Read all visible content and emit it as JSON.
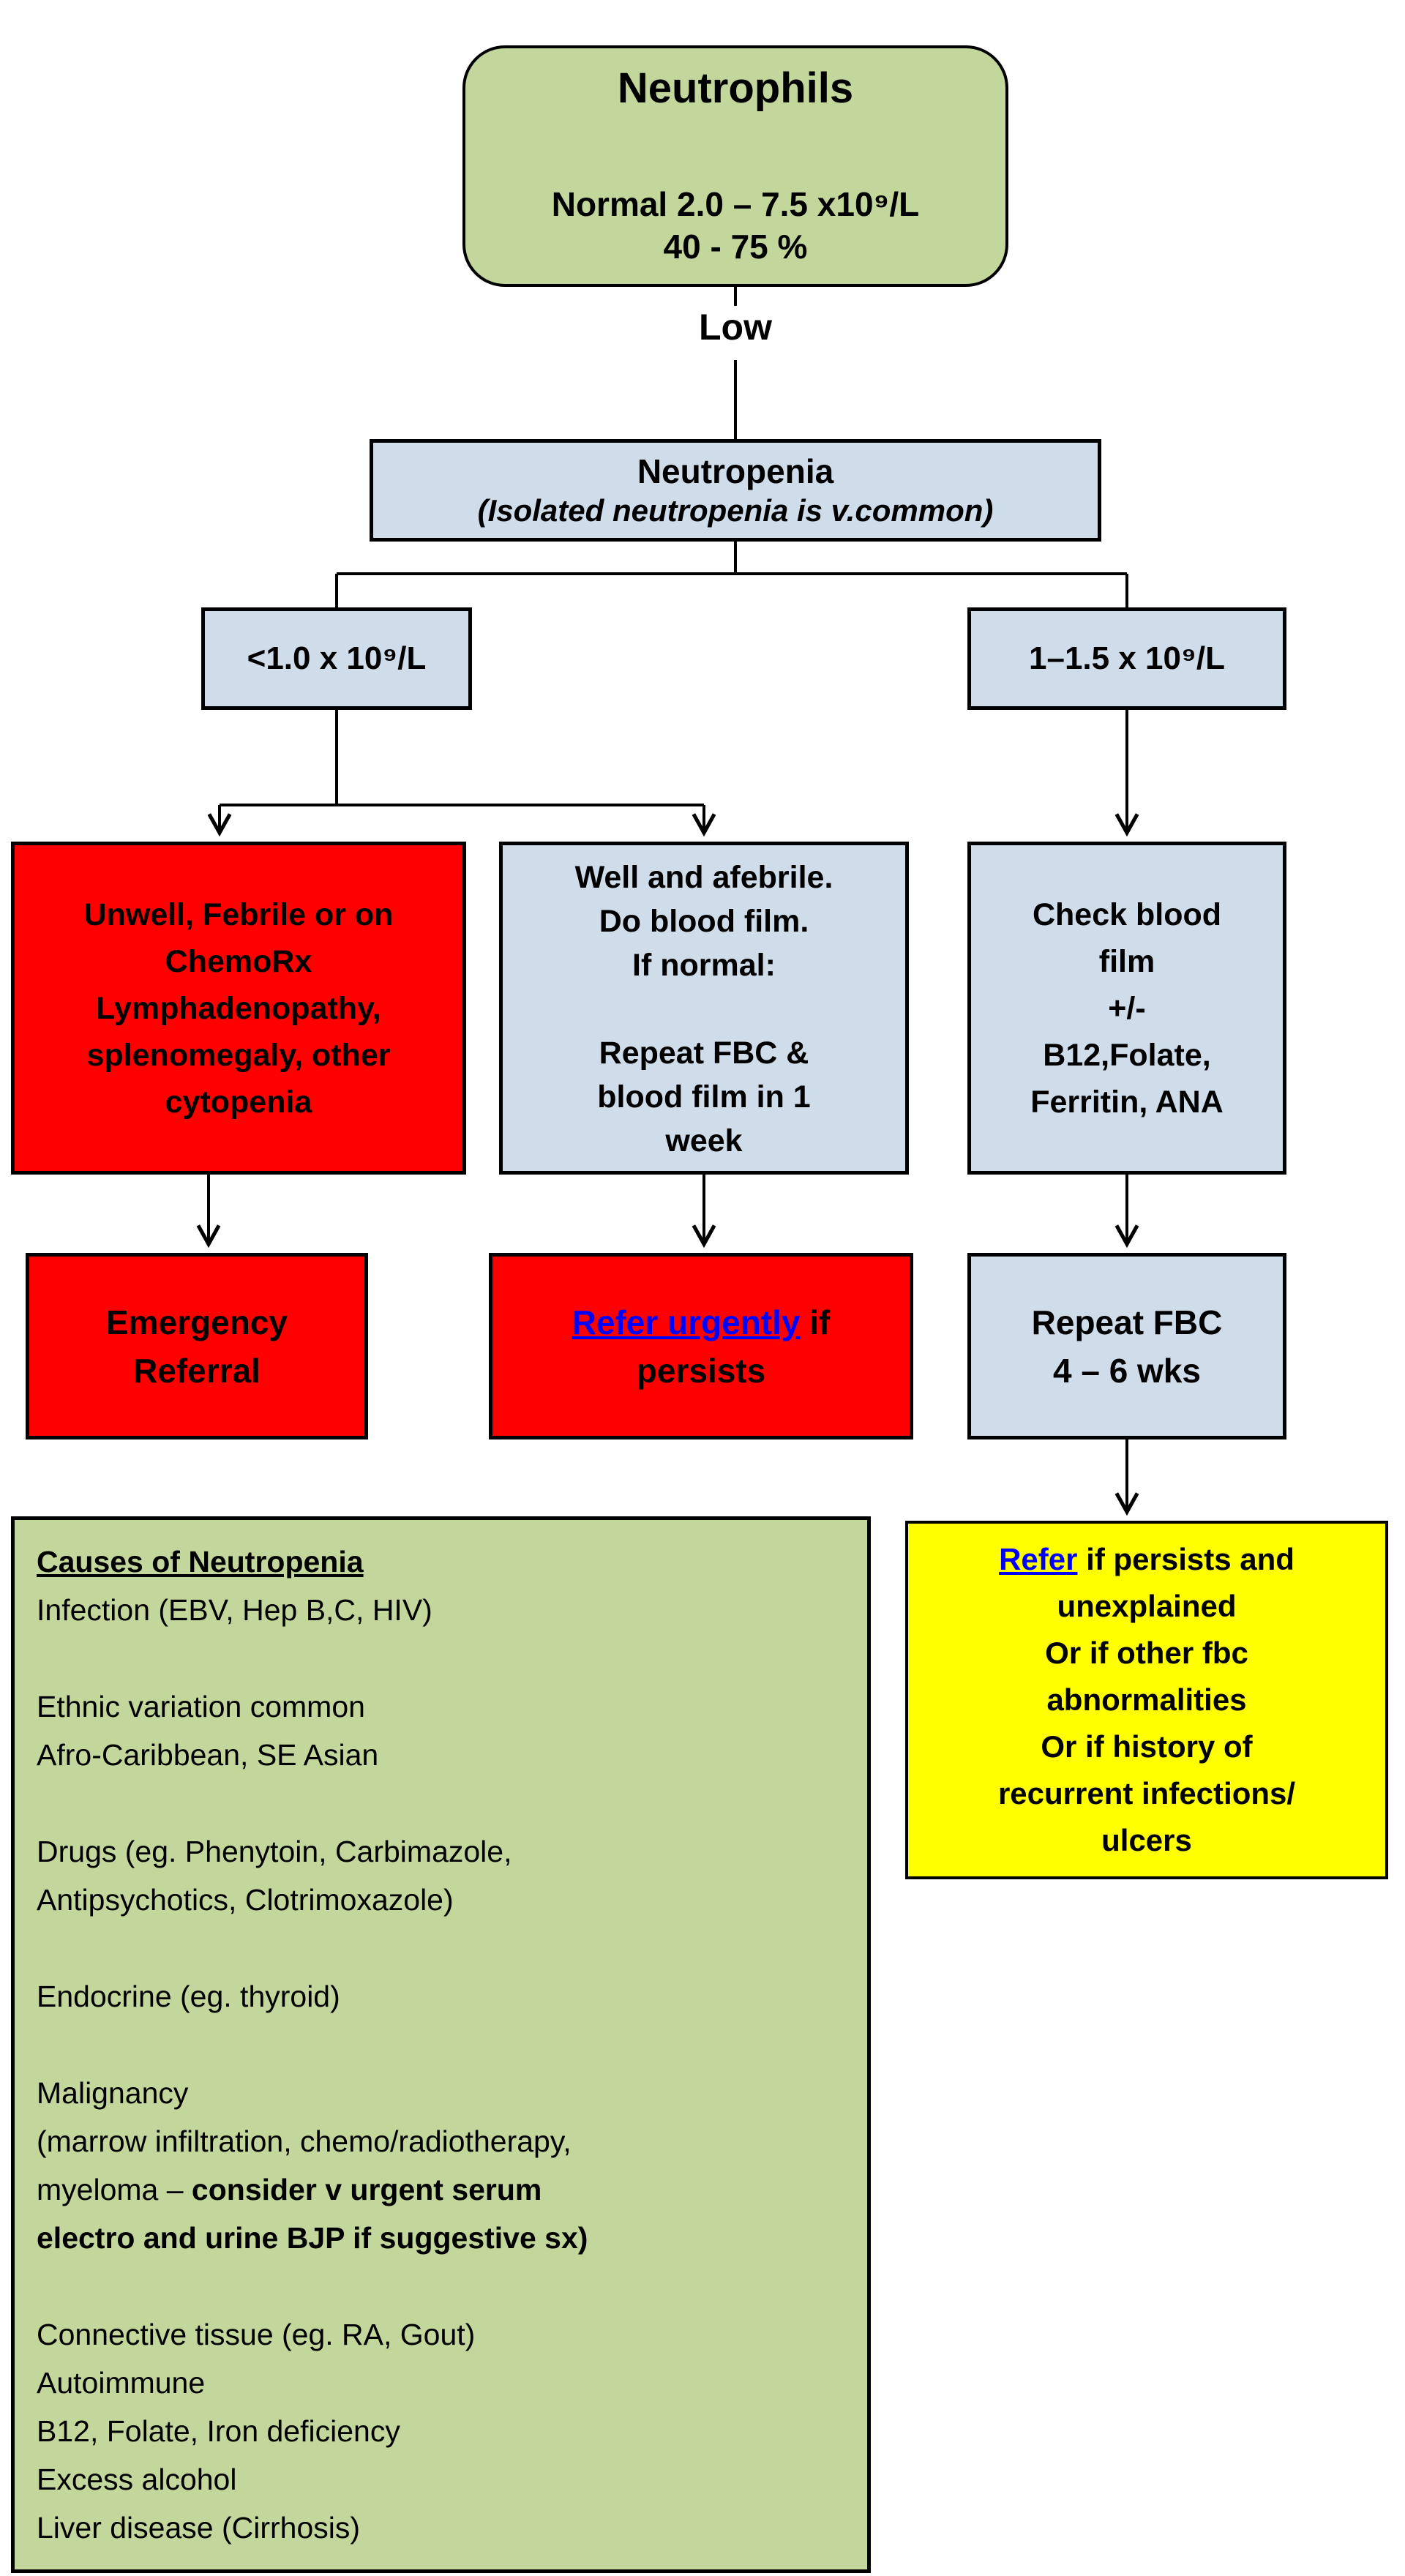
{
  "page_title": "Neutrophils low-count flowchart",
  "colors": {
    "box_green": "#c3d69b",
    "box_blue": "#cfdce9",
    "box_red": "#fe0000",
    "box_yellow": "#ffff00",
    "link_blue": "#0000ff",
    "border_black": "#000000"
  },
  "nodes": {
    "neutrophils": {
      "title": "Neutrophils",
      "lines": [
        [
          "Normal  2.0 – 7.5 x10⁹/L"
        ],
        [
          "40 - 75 %"
        ]
      ]
    },
    "low_label": "Low",
    "neutropenia": {
      "title": "Neutropenia",
      "subtitle": "(Isolated neutropenia is v.common)"
    },
    "threshold_under_1": "<1.0 x 10⁹/L",
    "threshold_1_to_1_5": "1–1.5 x 10⁹/L",
    "unwell": {
      "lines": [
        [
          "Unwell, Febrile or on"
        ],
        [
          "ChemoRx"
        ],
        [
          "Lymphadenopathy,"
        ],
        [
          "splenomegaly, other"
        ],
        [
          "cytopenia"
        ]
      ]
    },
    "well": {
      "lines": [
        [
          "Well and afebrile."
        ],
        [
          "Do blood film."
        ],
        [
          "If normal:"
        ],
        [],
        [
          "Repeat FBC &"
        ],
        [
          "blood film in 1"
        ],
        [
          "week"
        ]
      ]
    },
    "check_blood_film": {
      "lines": [
        [
          "Check blood"
        ],
        [
          "film"
        ],
        [
          "+/-"
        ],
        [
          "B12,Folate,"
        ],
        [
          "Ferritin, ANA"
        ]
      ]
    },
    "emergency": {
      "lines": [
        [
          "Emergency"
        ],
        [
          "Referral"
        ]
      ]
    },
    "refer_urgently": {
      "lines": [
        [
          {
            "t": "Refer urgently",
            "s": "link",
            "name": "refer-urgently-link"
          },
          {
            "t": " if"
          }
        ],
        [
          "persists"
        ]
      ]
    },
    "repeat_fbc": {
      "lines": [
        [
          "Repeat FBC"
        ],
        [
          "4 – 6 wks"
        ]
      ]
    },
    "refer_followup": {
      "lines": [
        [
          {
            "t": "Refer",
            "s": "link",
            "name": "refer-link"
          },
          {
            "t": " if persists and"
          }
        ],
        [
          "unexplained"
        ],
        [
          "Or if other fbc"
        ],
        [
          "abnormalities"
        ],
        [
          "Or if history of"
        ],
        [
          "recurrent infections/"
        ],
        [
          "ulcers"
        ]
      ]
    },
    "causes": {
      "lines": [
        [
          {
            "t": "Causes of Neutropenia",
            "s": "heading"
          }
        ],
        [
          "Infection  (EBV, Hep B,C, HIV)"
        ],
        [],
        [
          "Ethnic variation common"
        ],
        [
          "Afro-Caribbean, SE Asian"
        ],
        [],
        [
          "Drugs  (eg. Phenytoin, Carbimazole,"
        ],
        [
          "Antipsychotics, Clotrimoxazole)"
        ],
        [],
        [
          "Endocrine (eg. thyroid)"
        ],
        [],
        [
          "Malignancy"
        ],
        [
          "(marrow infiltration, chemo/radiotherapy,"
        ],
        [
          {
            "t": "myeloma – "
          },
          {
            "t": "consider v urgent serum",
            "s": "bold"
          }
        ],
        [
          {
            "t": "electro and urine BJP if suggestive sx)",
            "s": "bold"
          }
        ],
        [],
        [
          "Connective tissue (eg. RA, Gout)"
        ],
        [
          "Autoimmune"
        ],
        [
          "B12, Folate, Iron deficiency"
        ],
        [
          "Excess alcohol"
        ],
        [
          "Liver disease (Cirrhosis)"
        ]
      ]
    }
  }
}
